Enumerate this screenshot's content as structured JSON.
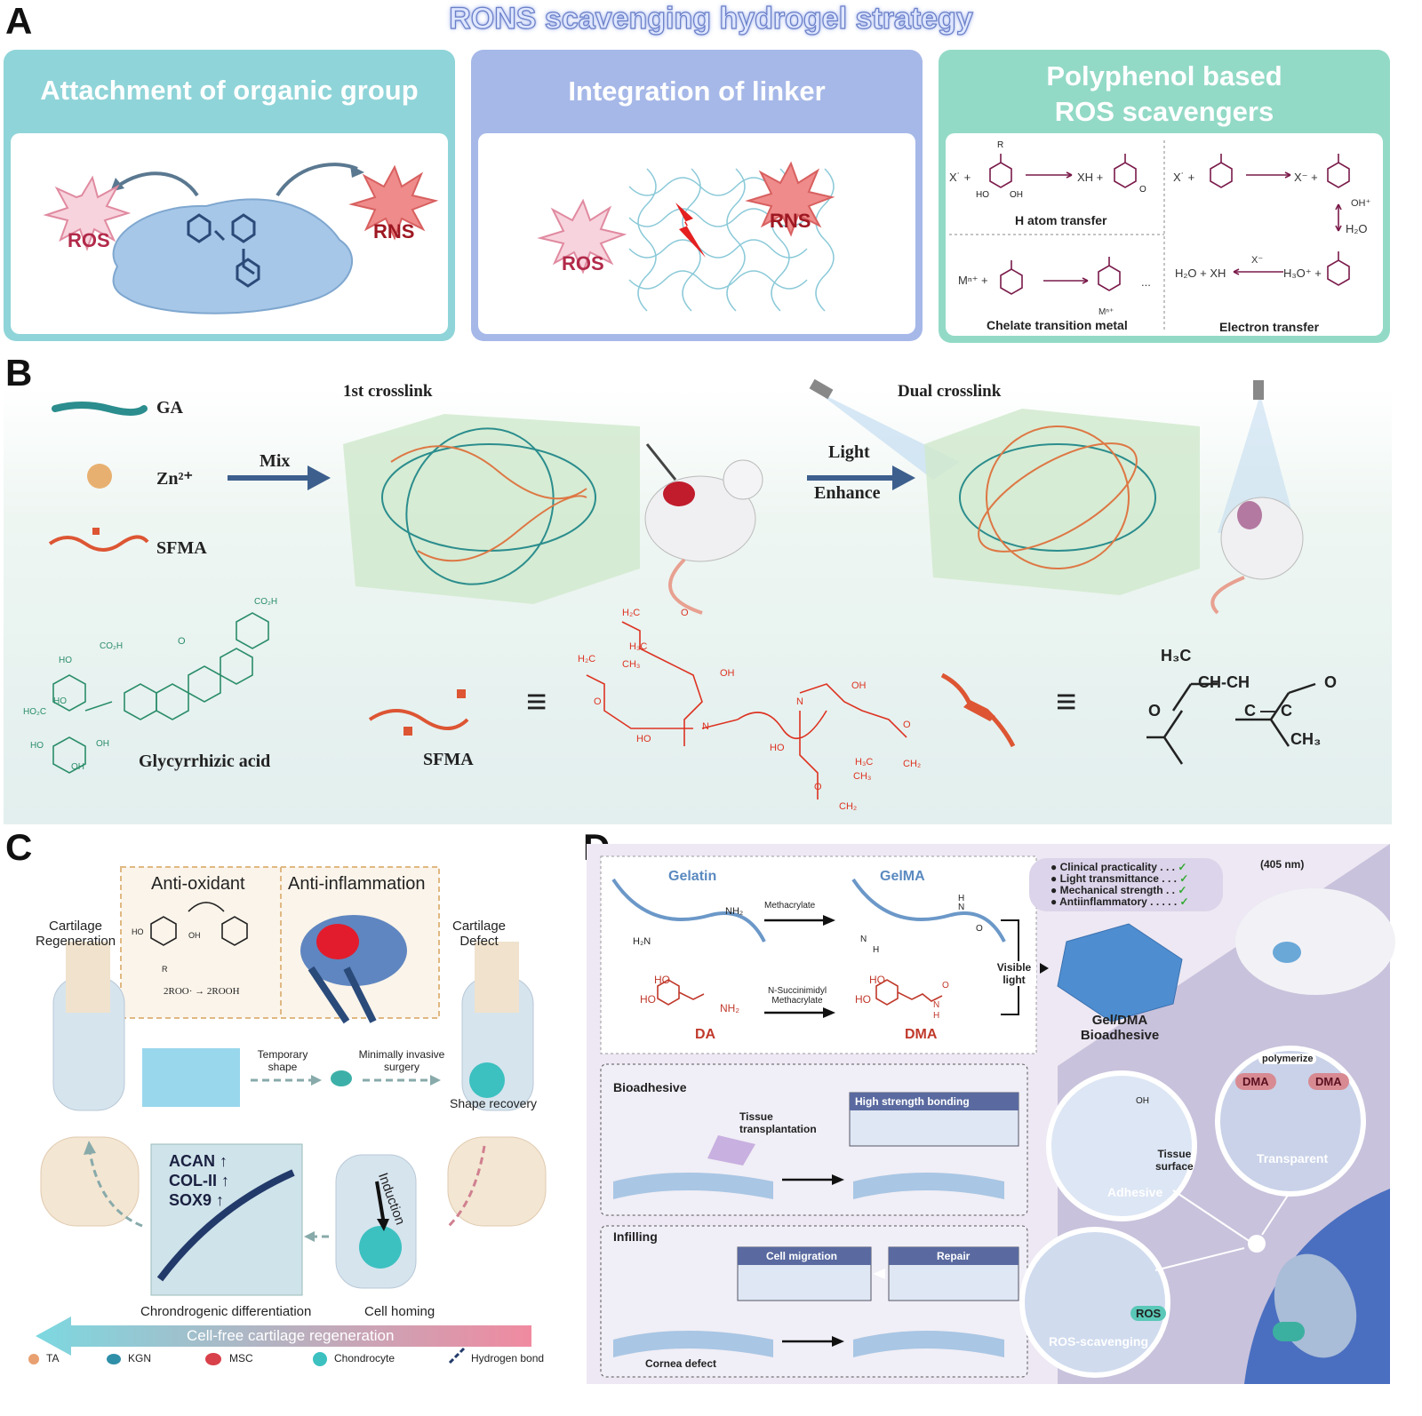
{
  "title": "RONS scavenging hydrogel strategy",
  "panels": {
    "A": "A",
    "B": "B",
    "C": "C",
    "D": "D"
  },
  "panelA": {
    "box1": {
      "title": "Attachment of organic group",
      "ros": "ROS",
      "rns": "RNS"
    },
    "box2": {
      "title": "Integration of linker",
      "ros": "ROS",
      "rns": "RNS"
    },
    "box3": {
      "title_line1": "Polyphenol based",
      "title_line2": "ROS scavengers",
      "h_atom": "H atom transfer",
      "chelate": "Chelate transition metal",
      "electron": "Electron transfer",
      "x_rad": "X˙ +",
      "xh": "XH +",
      "x_rad2": "X˙ +",
      "x_minus": "X⁻ +",
      "h2o": "H₂O",
      "h2o_xh": "H₂O + XH",
      "x_minus2": "X⁻",
      "h3o": "H₃O⁺ +",
      "mn": "Mⁿ⁺ +",
      "mn2": "Mⁿ⁺",
      "ellipsis": "...",
      "oh_plus": "OH⁺",
      "ho": "HO",
      "oh": "OH",
      "r": "R",
      "o": "O"
    }
  },
  "panelB": {
    "ga": "GA",
    "zn": "Zn²⁺",
    "sfma": "SFMA",
    "mix": "Mix",
    "first": "1st crosslink",
    "light": "Light",
    "enhance": "Enhance",
    "dual": "Dual crosslink",
    "glyc": "Glycyrrhizic acid",
    "sfma2": "SFMA",
    "chem_h3c": "H₃C",
    "chem_chch": "CH-CH",
    "chem_o1": "O",
    "chem_o2": "O",
    "chem_c": "C — C",
    "chem_ch3": "CH₃",
    "equiv": "≡",
    "glyc_co2h1": "CO₂H",
    "glyc_co2h2": "CO₂H",
    "glyc_o": "O",
    "glyc_ho1": "HO",
    "glyc_ho2": "HO",
    "glyc_ho3": "HO",
    "glyc_oh1": "OH",
    "glyc_oh2": "OH",
    "glyc_hooc": "HO₂C",
    "sf_h2c1": "H₂C",
    "sf_h3c1": "H₃C",
    "sf_h2c2": "H₂C",
    "sf_ch3a": "CH₃",
    "sf_o1": "O",
    "sf_oh1": "OH",
    "sf_o2": "O",
    "sf_ho1": "HO",
    "sf_n1": "N",
    "sf_n2": "N",
    "sf_oh2": "OH",
    "sf_ho2": "HO",
    "sf_o3": "O",
    "sf_h3c2": "H₃C",
    "sf_ch2a": "CH₂",
    "sf_o4": "O",
    "sf_ch3b": "CH₃",
    "sf_ch2b": "CH₂"
  },
  "panelC": {
    "antiox": "Anti-oxidant",
    "antiinf": "Anti-inflammation",
    "cart_regen_1": "Cartilage",
    "cart_regen_2": "Regeneration",
    "cart_def_1": "Cartilage",
    "cart_def_2": "Defect",
    "reaction": "2ROO· → 2ROOH",
    "ho": "HO",
    "oh": "OH",
    "r": "R",
    "temp1": "Temporary",
    "temp2": "shape",
    "mis1": "Minimally invasive",
    "mis2": "surgery",
    "shape_rec": "Shape recovery",
    "induction": "Induction",
    "acan": "ACAN ↑",
    "col": "COL-II ↑",
    "sox": "SOX9 ↑",
    "chondro_diff": "Chrondrogenic differentiation",
    "cell_homing": "Cell homing",
    "arrow_text": "Cell-free cartilage regeneration",
    "legend": [
      {
        "label": "TA",
        "color": "#e8a070"
      },
      {
        "label": "KGN",
        "color": "#2f8fa8"
      },
      {
        "label": "MSC",
        "color": "#d8404a"
      },
      {
        "label": "Chondrocyte",
        "color": "#3cc0c0"
      },
      {
        "label": "Hydrogen bond",
        "color": "#223a6a"
      }
    ]
  },
  "panelD": {
    "gelatin": "Gelatin",
    "gelma": "GelMA",
    "methac": "Methacrylate",
    "nh2a": "NH₂",
    "h2n": "H₂N",
    "da_ho1": "HO",
    "da_ho2": "HO",
    "da_nh2": "NH₂",
    "dma_ho1": "HO",
    "dma_ho2": "HO",
    "dmaN": "N",
    "dmaH": "H",
    "dmaO": "O",
    "gelmaN1": "N",
    "gelmaH1": "H",
    "gelmaN2": "N",
    "gelmaH2": "H",
    "gelmaO": "O",
    "nsucc1": "N-Succinimidyl",
    "nsucc2": "Methacrylate",
    "da": "DA",
    "dma": "DMA",
    "visible1": "Visible",
    "visible2": "light",
    "gel_dma1": "Gel/DMA",
    "gel_dma2": "Bioadhesive",
    "features": [
      "Clinical practicality . . .",
      "Light transmittance . . .",
      "Mechanical strength . .",
      "Antiinflammatory . . . . ."
    ],
    "nm": "(405 nm)",
    "bioadhesive": "Bioadhesive",
    "tissue1": "Tissue",
    "tissue2": "transplantation",
    "hsb": "High strength bonding",
    "infilling": "Infilling",
    "cellmig": "Cell migration",
    "repair": "Repair",
    "cornea": "Cornea defect",
    "polymerize": "polymerize",
    "dma_l": "DMA",
    "dma_r": "DMA",
    "transparent": "Transparent",
    "oh": "OH",
    "tissue_s1": "Tissue",
    "tissue_s2": "surface",
    "adhesive": "Adhesive",
    "ros": "ROS",
    "ros_scav": "ROS-scavenging"
  }
}
